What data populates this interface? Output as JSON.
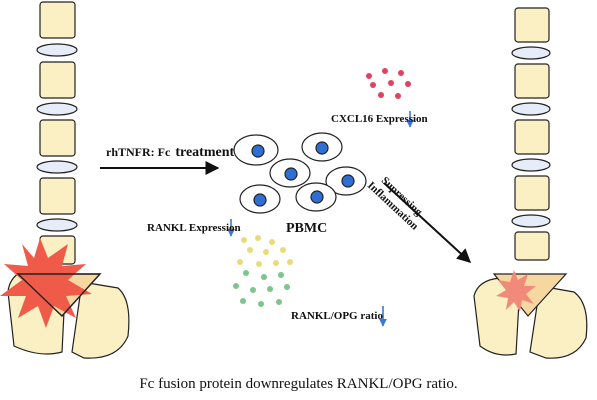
{
  "labels": {
    "treatment": "rhTNFR: Fc",
    "treatment_suffix": "treatment",
    "cxcl16": "CXCL16 Expression",
    "rankl": "RANKL Expression",
    "pbmc": "PBMC",
    "suppressing_line1": "Supressing",
    "suppressing_line2": "Inflammation",
    "ratio": "RANKL/OPG ratio"
  },
  "caption": "Fc fusion protein downregulates RANKL/OPG ratio.",
  "colors": {
    "bone": "#fbf0c4",
    "bone_outline": "#222222",
    "disc": "#e6ecf8",
    "cell_nucleus": "#2f6ed2",
    "cxcl16_dots": "#e0435f",
    "rankl_dots_yellow": "#e8dc7a",
    "rankl_dots_green": "#7cc58b",
    "down_arrow": "#3b78d8",
    "burst_large": "#ef5a49",
    "burst_small": "#f28a7a"
  },
  "icons": {
    "down_arrow": "down-arrow-icon",
    "burst": "inflammation-burst-icon"
  }
}
